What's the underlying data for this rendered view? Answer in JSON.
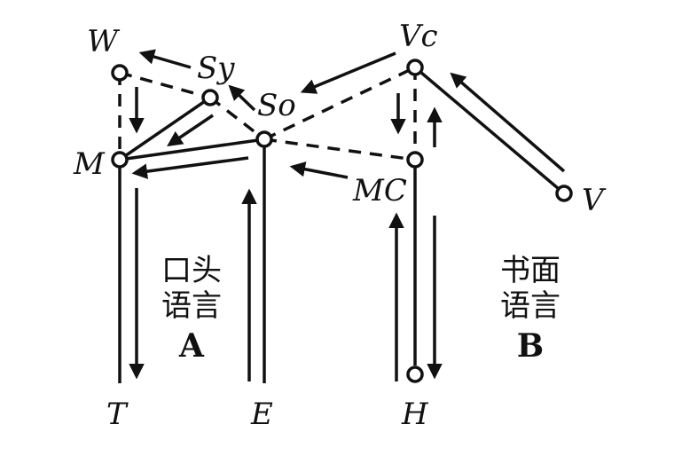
{
  "nodes": {
    "W": "W",
    "Sy": "Sy",
    "So": "So",
    "Vc": "Vc",
    "M": "M",
    "MC": "MC",
    "V": "V",
    "T": "T",
    "E": "E",
    "H": "H"
  },
  "sections": {
    "spoken": {
      "line1": "口头",
      "line2": "语言",
      "letter": "A"
    },
    "written": {
      "line1": "书面",
      "line2": "语言",
      "letter": "B"
    }
  }
}
